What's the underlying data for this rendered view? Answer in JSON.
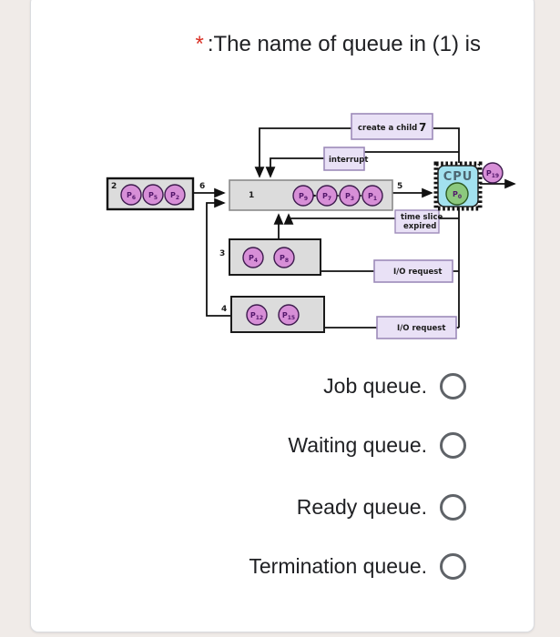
{
  "question": {
    "required_marker": "*",
    "title": ":The name of queue in (1) is"
  },
  "diagram": {
    "cpu_label": "CPU",
    "boxes": {
      "create_child": "create a child",
      "create_child_num": "7",
      "interrupt": "interrupt",
      "time_slice_line1": "time slice",
      "time_slice_line2": "expired",
      "io_request_a": "I/O request",
      "io_request_b": "I/O request"
    },
    "edge_numbers": {
      "n1": "1",
      "n2": "2",
      "n3": "3",
      "n4": "4",
      "n5": "5",
      "n6": "6"
    },
    "processes": {
      "job": [
        "P6",
        "P5",
        "P2"
      ],
      "ready": [
        "P9",
        "P7",
        "P3",
        "P1"
      ],
      "device1": [
        "P4",
        "P8"
      ],
      "device2": [
        "P12",
        "P15"
      ],
      "cpu": "P0",
      "terminated": "P19"
    },
    "colors": {
      "process_fill": "#d78fd7",
      "process_stroke": "#3d1b4d",
      "cpu_fill": "#a2e1ef",
      "cpu_process_fill": "#8cc97e",
      "label_box_fill": "#e9e1f6",
      "label_box_stroke": "#9d8bb9",
      "queue_box_fill": "#dcdcdc",
      "line": "#111111"
    }
  },
  "options": [
    {
      "label": "Job queue."
    },
    {
      "label": "Waiting queue."
    },
    {
      "label": "Ready queue."
    },
    {
      "label": "Termination queue."
    }
  ]
}
